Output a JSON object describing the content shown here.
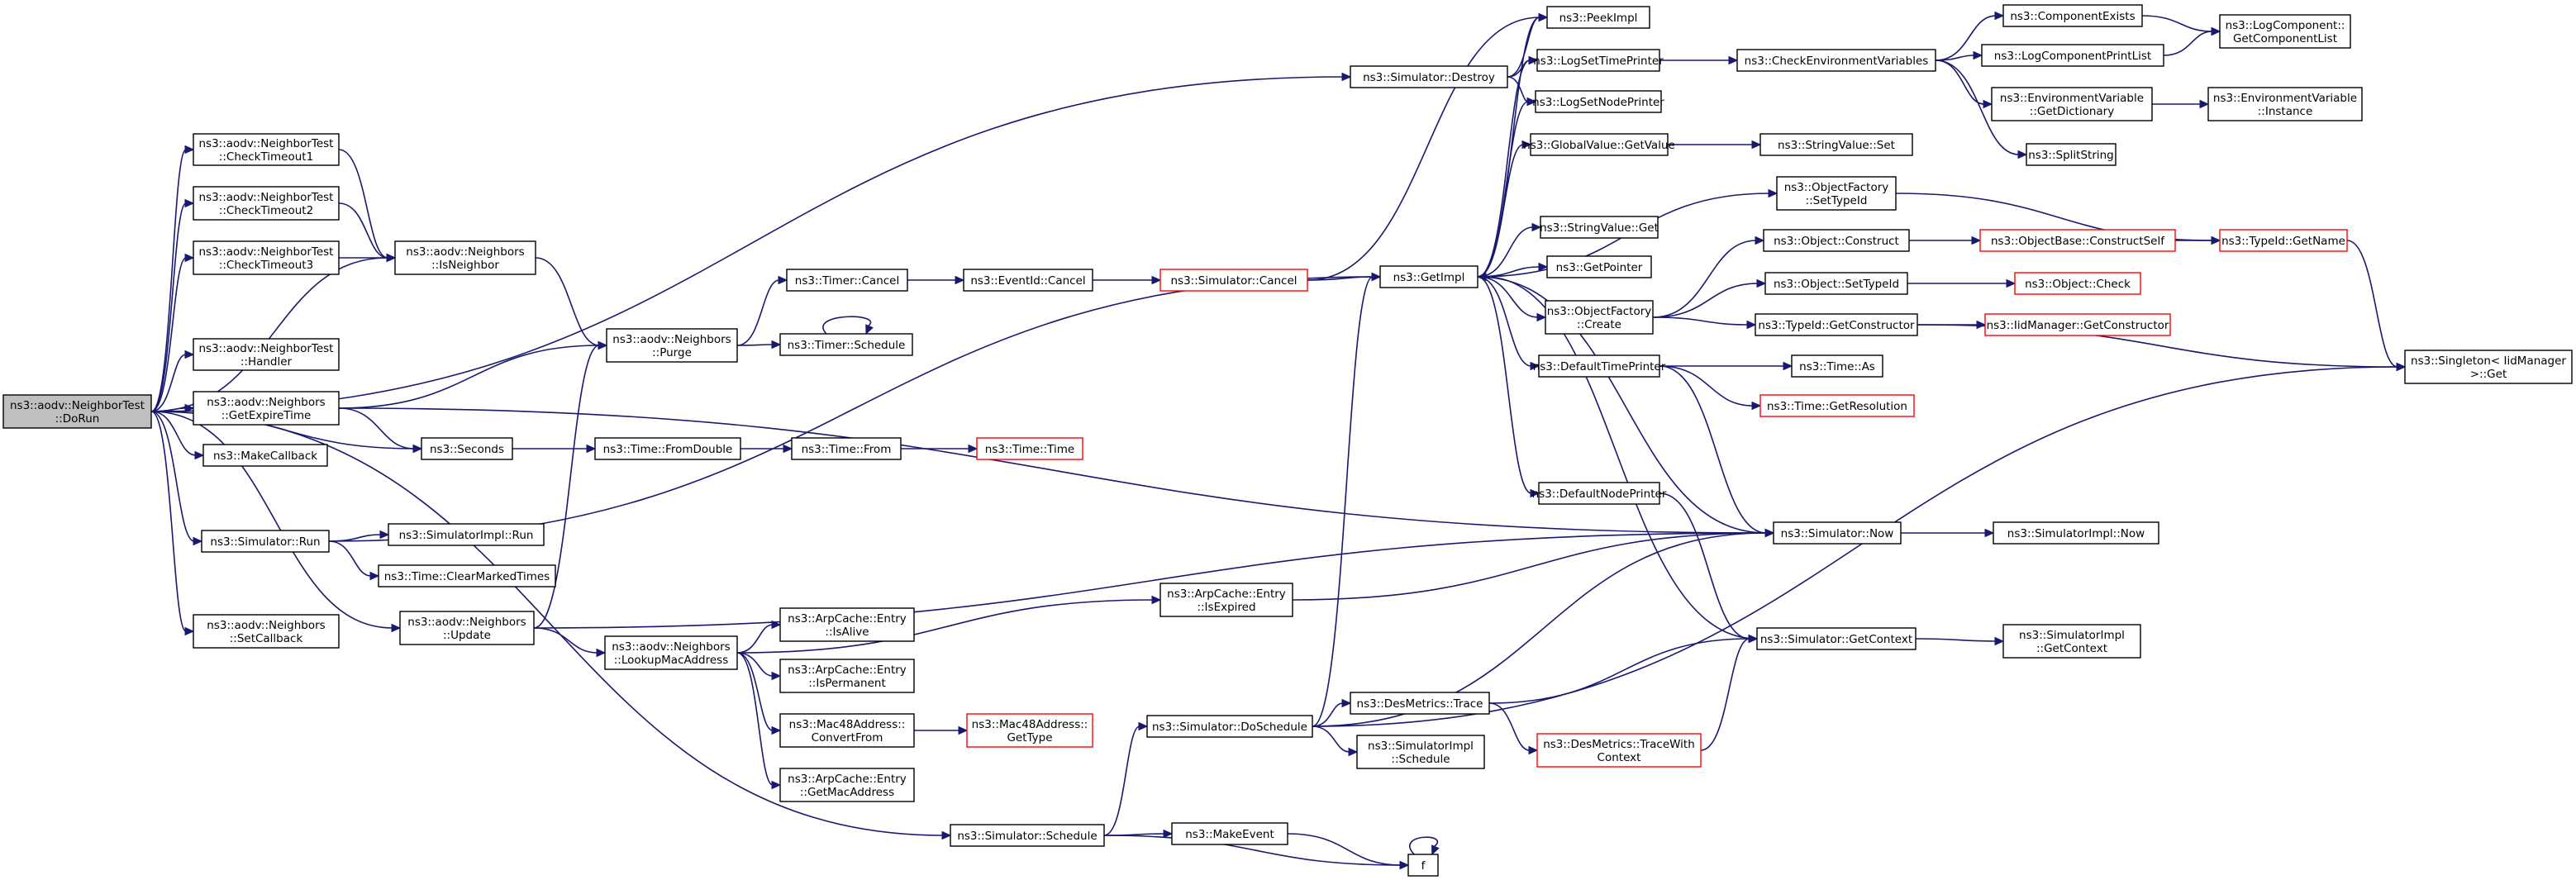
{
  "graph": {
    "nodes": [
      {
        "id": "doRun",
        "lines": [
          "ns3::aodv::NeighborTest",
          "::DoRun"
        ],
        "style": "root"
      },
      {
        "id": "checkTimeout1",
        "lines": [
          "ns3::aodv::NeighborTest",
          "::CheckTimeout1"
        ]
      },
      {
        "id": "checkTimeout2",
        "lines": [
          "ns3::aodv::NeighborTest",
          "::CheckTimeout2"
        ]
      },
      {
        "id": "checkTimeout3",
        "lines": [
          "ns3::aodv::NeighborTest",
          "::CheckTimeout3"
        ]
      },
      {
        "id": "handler",
        "lines": [
          "ns3::aodv::NeighborTest",
          "::Handler"
        ]
      },
      {
        "id": "getExpireTime",
        "lines": [
          "ns3::aodv::Neighbors",
          "::GetExpireTime"
        ]
      },
      {
        "id": "makeCallback",
        "lines": [
          "ns3::MakeCallback"
        ]
      },
      {
        "id": "simRun",
        "lines": [
          "ns3::Simulator::Run"
        ]
      },
      {
        "id": "setCallback",
        "lines": [
          "ns3::aodv::Neighbors",
          "::SetCallback"
        ]
      },
      {
        "id": "isNeighbor",
        "lines": [
          "ns3::aodv::Neighbors",
          "::IsNeighbor"
        ]
      },
      {
        "id": "purge",
        "lines": [
          "ns3::aodv::Neighbors",
          "::Purge"
        ]
      },
      {
        "id": "seconds",
        "lines": [
          "ns3::Seconds"
        ]
      },
      {
        "id": "simImplRun",
        "lines": [
          "ns3::SimulatorImpl::Run"
        ]
      },
      {
        "id": "clearMarked",
        "lines": [
          "ns3::Time::ClearMarkedTimes"
        ]
      },
      {
        "id": "update",
        "lines": [
          "ns3::aodv::Neighbors",
          "::Update"
        ]
      },
      {
        "id": "timerCancel",
        "lines": [
          "ns3::Timer::Cancel"
        ]
      },
      {
        "id": "timerSchedule",
        "lines": [
          "ns3::Timer::Schedule"
        ]
      },
      {
        "id": "fromDouble",
        "lines": [
          "ns3::Time::FromDouble"
        ]
      },
      {
        "id": "timeFrom",
        "lines": [
          "ns3::Time::From"
        ]
      },
      {
        "id": "timeTime",
        "lines": [
          "ns3::Time::Time"
        ],
        "style": "trunc"
      },
      {
        "id": "eventCancel",
        "lines": [
          "ns3::EventId::Cancel"
        ]
      },
      {
        "id": "simCancel",
        "lines": [
          "ns3::Simulator::Cancel"
        ],
        "style": "trunc"
      },
      {
        "id": "simDestroy",
        "lines": [
          "ns3::Simulator::Destroy"
        ]
      },
      {
        "id": "lookupMac",
        "lines": [
          "ns3::aodv::Neighbors",
          "::LookupMacAddress"
        ]
      },
      {
        "id": "isAlive",
        "lines": [
          "ns3::ArpCache::Entry",
          "::IsAlive"
        ]
      },
      {
        "id": "isPermanent",
        "lines": [
          "ns3::ArpCache::Entry",
          "::IsPermanent"
        ]
      },
      {
        "id": "convertFrom",
        "lines": [
          "ns3::Mac48Address::",
          "ConvertFrom"
        ]
      },
      {
        "id": "getMacAddress",
        "lines": [
          "ns3::ArpCache::Entry",
          "::GetMacAddress"
        ]
      },
      {
        "id": "macGetType",
        "lines": [
          "ns3::Mac48Address::",
          "GetType"
        ],
        "style": "trunc"
      },
      {
        "id": "isExpired",
        "lines": [
          "ns3::ArpCache::Entry",
          "::IsExpired"
        ]
      },
      {
        "id": "doSchedule",
        "lines": [
          "ns3::Simulator::DoSchedule"
        ]
      },
      {
        "id": "simSchedule",
        "lines": [
          "ns3::Simulator::Schedule"
        ]
      },
      {
        "id": "makeEvent",
        "lines": [
          "ns3::MakeEvent"
        ]
      },
      {
        "id": "f",
        "lines": [
          "f"
        ]
      },
      {
        "id": "getImpl",
        "lines": [
          "ns3::GetImpl"
        ]
      },
      {
        "id": "peekImpl",
        "lines": [
          "ns3::PeekImpl"
        ]
      },
      {
        "id": "logSetTime",
        "lines": [
          "ns3::LogSetTimePrinter"
        ]
      },
      {
        "id": "logSetNode",
        "lines": [
          "ns3::LogSetNodePrinter"
        ]
      },
      {
        "id": "gvGetValue",
        "lines": [
          "ns3::GlobalValue::GetValue"
        ]
      },
      {
        "id": "svGet",
        "lines": [
          "ns3::StringValue::Get"
        ]
      },
      {
        "id": "getPointer",
        "lines": [
          "ns3::GetPointer"
        ]
      },
      {
        "id": "ofCreate",
        "lines": [
          "ns3::ObjectFactory",
          "::Create"
        ]
      },
      {
        "id": "defTimePrinter",
        "lines": [
          "ns3::DefaultTimePrinter"
        ]
      },
      {
        "id": "defNodePrinter",
        "lines": [
          "ns3::DefaultNodePrinter"
        ]
      },
      {
        "id": "desTrace",
        "lines": [
          "ns3::DesMetrics::Trace"
        ]
      },
      {
        "id": "simImplSchedule",
        "lines": [
          "ns3::SimulatorImpl",
          "::Schedule"
        ]
      },
      {
        "id": "traceWithContext",
        "lines": [
          "ns3::DesMetrics::TraceWith",
          "Context"
        ],
        "style": "trunc"
      },
      {
        "id": "checkEnv",
        "lines": [
          "ns3::CheckEnvironmentVariables"
        ]
      },
      {
        "id": "svSet",
        "lines": [
          "ns3::StringValue::Set"
        ]
      },
      {
        "id": "ofSetTypeId",
        "lines": [
          "ns3::ObjectFactory",
          "::SetTypeId"
        ]
      },
      {
        "id": "objConstruct",
        "lines": [
          "ns3::Object::Construct"
        ]
      },
      {
        "id": "objSetTypeId",
        "lines": [
          "ns3::Object::SetTypeId"
        ]
      },
      {
        "id": "getConstructor",
        "lines": [
          "ns3::TypeId::GetConstructor"
        ]
      },
      {
        "id": "timeAs",
        "lines": [
          "ns3::Time::As"
        ]
      },
      {
        "id": "getResolution",
        "lines": [
          "ns3::Time::GetResolution"
        ],
        "style": "trunc"
      },
      {
        "id": "simNow",
        "lines": [
          "ns3::Simulator::Now"
        ]
      },
      {
        "id": "simGetContext",
        "lines": [
          "ns3::Simulator::GetContext"
        ]
      },
      {
        "id": "componentExists",
        "lines": [
          "ns3::ComponentExists"
        ]
      },
      {
        "id": "logCompPrintList",
        "lines": [
          "ns3::LogComponentPrintList"
        ]
      },
      {
        "id": "envGetDict",
        "lines": [
          "ns3::EnvironmentVariable",
          "::GetDictionary"
        ]
      },
      {
        "id": "splitString",
        "lines": [
          "ns3::SplitString"
        ]
      },
      {
        "id": "constructSelf",
        "lines": [
          "ns3::ObjectBase::ConstructSelf"
        ],
        "style": "trunc"
      },
      {
        "id": "objCheck",
        "lines": [
          "ns3::Object::Check"
        ],
        "style": "trunc"
      },
      {
        "id": "iidGetConstructor",
        "lines": [
          "ns3::IidManager::GetConstructor"
        ],
        "style": "trunc"
      },
      {
        "id": "simImplNow",
        "lines": [
          "ns3::SimulatorImpl::Now"
        ]
      },
      {
        "id": "simImplGetContext",
        "lines": [
          "ns3::SimulatorImpl",
          "::GetContext"
        ]
      },
      {
        "id": "logCompGetList",
        "lines": [
          "ns3::LogComponent::",
          "GetComponentList"
        ]
      },
      {
        "id": "envInstance",
        "lines": [
          "ns3::EnvironmentVariable",
          "::Instance"
        ]
      },
      {
        "id": "getName",
        "lines": [
          "ns3::TypeId::GetName"
        ],
        "style": "trunc"
      },
      {
        "id": "singletonGet",
        "lines": [
          "ns3::Singleton< IidManager",
          ">::Get"
        ]
      }
    ],
    "edges": [
      [
        "doRun",
        "checkTimeout1"
      ],
      [
        "doRun",
        "checkTimeout2"
      ],
      [
        "doRun",
        "checkTimeout3"
      ],
      [
        "doRun",
        "handler"
      ],
      [
        "doRun",
        "getExpireTime"
      ],
      [
        "doRun",
        "makeCallback"
      ],
      [
        "doRun",
        "simRun"
      ],
      [
        "doRun",
        "setCallback"
      ],
      [
        "doRun",
        "update"
      ],
      [
        "doRun",
        "simSchedule"
      ],
      [
        "doRun",
        "isNeighbor"
      ],
      [
        "doRun",
        "seconds"
      ],
      [
        "doRun",
        "simDestroy"
      ],
      [
        "checkTimeout1",
        "isNeighbor"
      ],
      [
        "checkTimeout2",
        "isNeighbor"
      ],
      [
        "checkTimeout3",
        "isNeighbor"
      ],
      [
        "isNeighbor",
        "purge"
      ],
      [
        "getExpireTime",
        "purge"
      ],
      [
        "getExpireTime",
        "seconds"
      ],
      [
        "getExpireTime",
        "simNow"
      ],
      [
        "purge",
        "timerCancel"
      ],
      [
        "purge",
        "timerSchedule"
      ],
      [
        "timerSchedule",
        "timerSchedule"
      ],
      [
        "timerCancel",
        "eventCancel"
      ],
      [
        "eventCancel",
        "simCancel"
      ],
      [
        "simCancel",
        "getImpl"
      ],
      [
        "simCancel",
        "peekImpl"
      ],
      [
        "seconds",
        "fromDouble"
      ],
      [
        "fromDouble",
        "timeFrom"
      ],
      [
        "timeFrom",
        "timeTime"
      ],
      [
        "simRun",
        "simImplRun"
      ],
      [
        "simRun",
        "clearMarked"
      ],
      [
        "simRun",
        "getImpl"
      ],
      [
        "update",
        "purge"
      ],
      [
        "update",
        "lookupMac"
      ],
      [
        "update",
        "simNow"
      ],
      [
        "lookupMac",
        "isAlive"
      ],
      [
        "lookupMac",
        "isPermanent"
      ],
      [
        "lookupMac",
        "convertFrom"
      ],
      [
        "lookupMac",
        "getMacAddress"
      ],
      [
        "lookupMac",
        "isExpired"
      ],
      [
        "convertFrom",
        "macGetType"
      ],
      [
        "isExpired",
        "simNow"
      ],
      [
        "simSchedule",
        "doSchedule"
      ],
      [
        "simSchedule",
        "makeEvent"
      ],
      [
        "simSchedule",
        "f"
      ],
      [
        "makeEvent",
        "f"
      ],
      [
        "f",
        "f"
      ],
      [
        "doSchedule",
        "getImpl"
      ],
      [
        "doSchedule",
        "desTrace"
      ],
      [
        "doSchedule",
        "simImplSchedule"
      ],
      [
        "doSchedule",
        "simNow"
      ],
      [
        "doSchedule",
        "singletonGet"
      ],
      [
        "desTrace",
        "traceWithContext"
      ],
      [
        "desTrace",
        "simGetContext"
      ],
      [
        "traceWithContext",
        "simGetContext"
      ],
      [
        "simDestroy",
        "peekImpl"
      ],
      [
        "simDestroy",
        "logSetTime"
      ],
      [
        "simDestroy",
        "logSetNode"
      ],
      [
        "getImpl",
        "peekImpl"
      ],
      [
        "getImpl",
        "logSetTime"
      ],
      [
        "getImpl",
        "logSetNode"
      ],
      [
        "getImpl",
        "gvGetValue"
      ],
      [
        "getImpl",
        "svGet"
      ],
      [
        "getImpl",
        "getPointer"
      ],
      [
        "getImpl",
        "ofCreate"
      ],
      [
        "getImpl",
        "defTimePrinter"
      ],
      [
        "getImpl",
        "defNodePrinter"
      ],
      [
        "getImpl",
        "ofSetTypeId"
      ],
      [
        "getImpl",
        "simNow"
      ],
      [
        "gvGetValue",
        "svSet"
      ],
      [
        "logSetTime",
        "checkEnv"
      ],
      [
        "checkEnv",
        "componentExists"
      ],
      [
        "checkEnv",
        "logCompPrintList"
      ],
      [
        "checkEnv",
        "envGetDict"
      ],
      [
        "checkEnv",
        "splitString"
      ],
      [
        "componentExists",
        "logCompGetList"
      ],
      [
        "logCompPrintList",
        "logCompGetList"
      ],
      [
        "envGetDict",
        "envInstance"
      ],
      [
        "ofSetTypeId",
        "getName"
      ],
      [
        "ofCreate",
        "objConstruct"
      ],
      [
        "ofCreate",
        "objSetTypeId"
      ],
      [
        "ofCreate",
        "getConstructor"
      ],
      [
        "objConstruct",
        "constructSelf"
      ],
      [
        "constructSelf",
        "getName"
      ],
      [
        "objSetTypeId",
        "objCheck"
      ],
      [
        "getConstructor",
        "iidGetConstructor"
      ],
      [
        "getConstructor",
        "singletonGet"
      ],
      [
        "getName",
        "singletonGet"
      ],
      [
        "defTimePrinter",
        "timeAs"
      ],
      [
        "defTimePrinter",
        "getResolution"
      ],
      [
        "defTimePrinter",
        "simNow"
      ],
      [
        "defNodePrinter",
        "simGetContext"
      ],
      [
        "simNow",
        "simImplNow"
      ],
      [
        "simGetContext",
        "simImplGetContext"
      ],
      [
        "simGetContext",
        "getImpl"
      ]
    ]
  }
}
